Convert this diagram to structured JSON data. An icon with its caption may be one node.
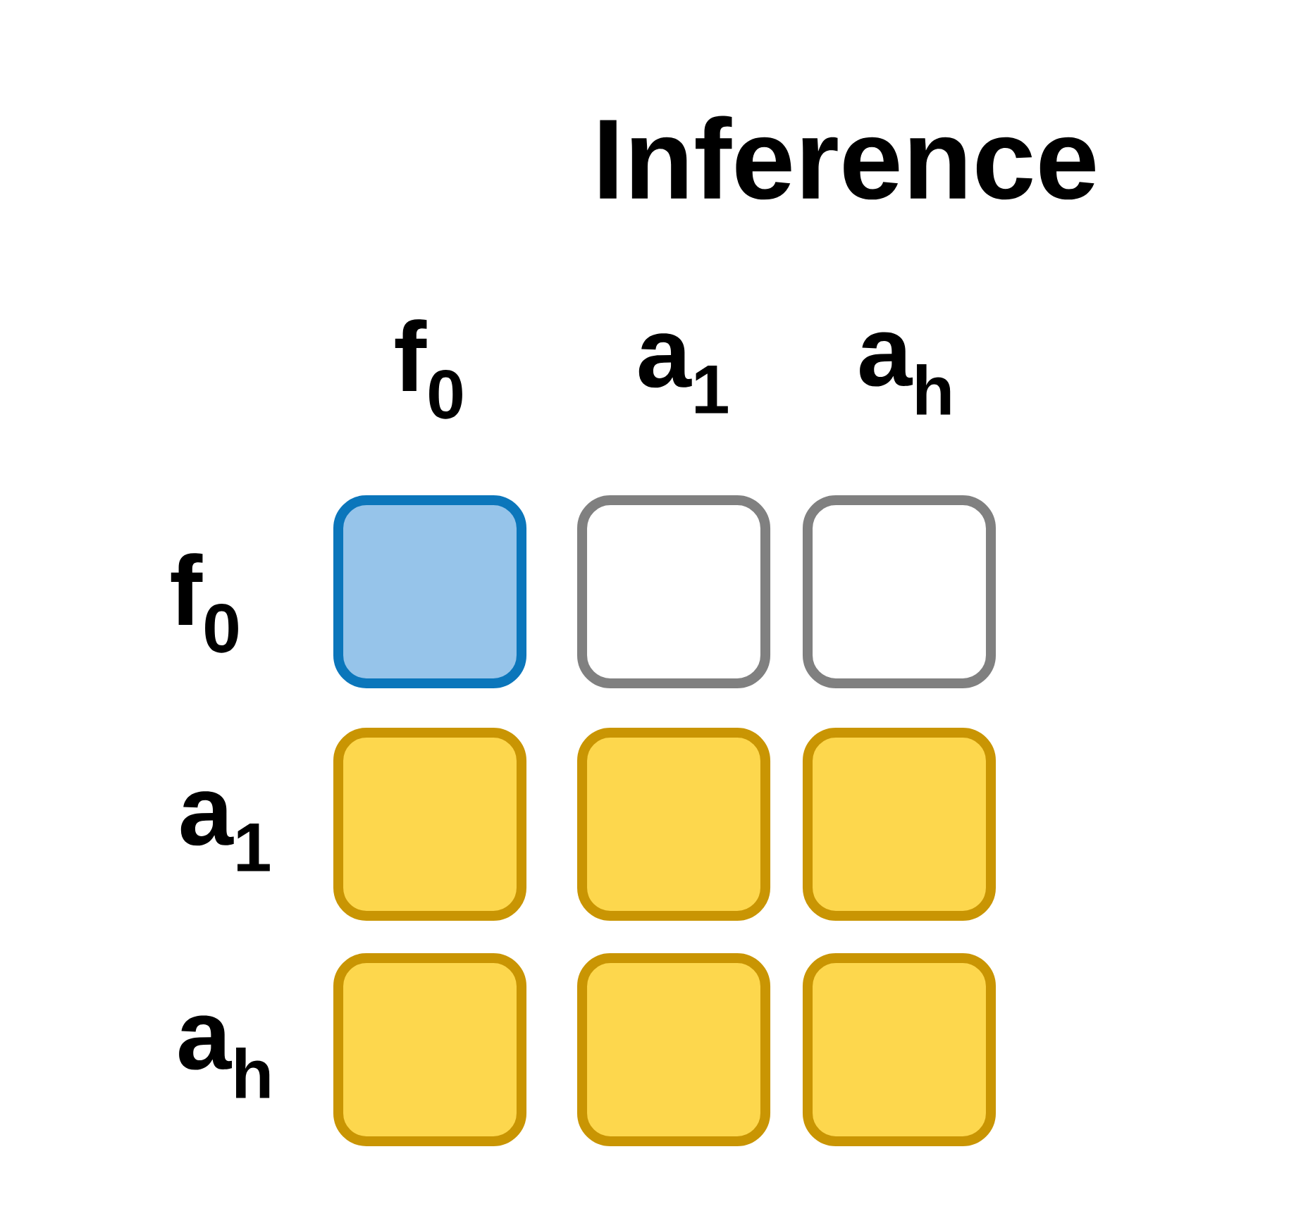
{
  "diagram": {
    "title": "Inference",
    "nodes": [
      {
        "text": [],
        "shape": "box"
      },
      {
        "text": [],
        "shape": "box"
      },
      {
        "text": [],
        "shape": "box"
      },
      {
        "text": [],
        "shape": "box"
      },
      {
        "text": [],
        "shape": "box"
      },
      {
        "text": [],
        "shape": "box"
      },
      {
        "text": [],
        "shape": "box"
      },
      {
        "text": [],
        "shape": "box"
      },
      {
        "text": [],
        "shape": "box"
      }
    ],
    "labels": [
      "f$_{0}$",
      "a$_{1}$",
      "a$_{h}$",
      "f$_{0}$",
      "a$_{1}$",
      "a$_{h}$"
    ]
  }
}
